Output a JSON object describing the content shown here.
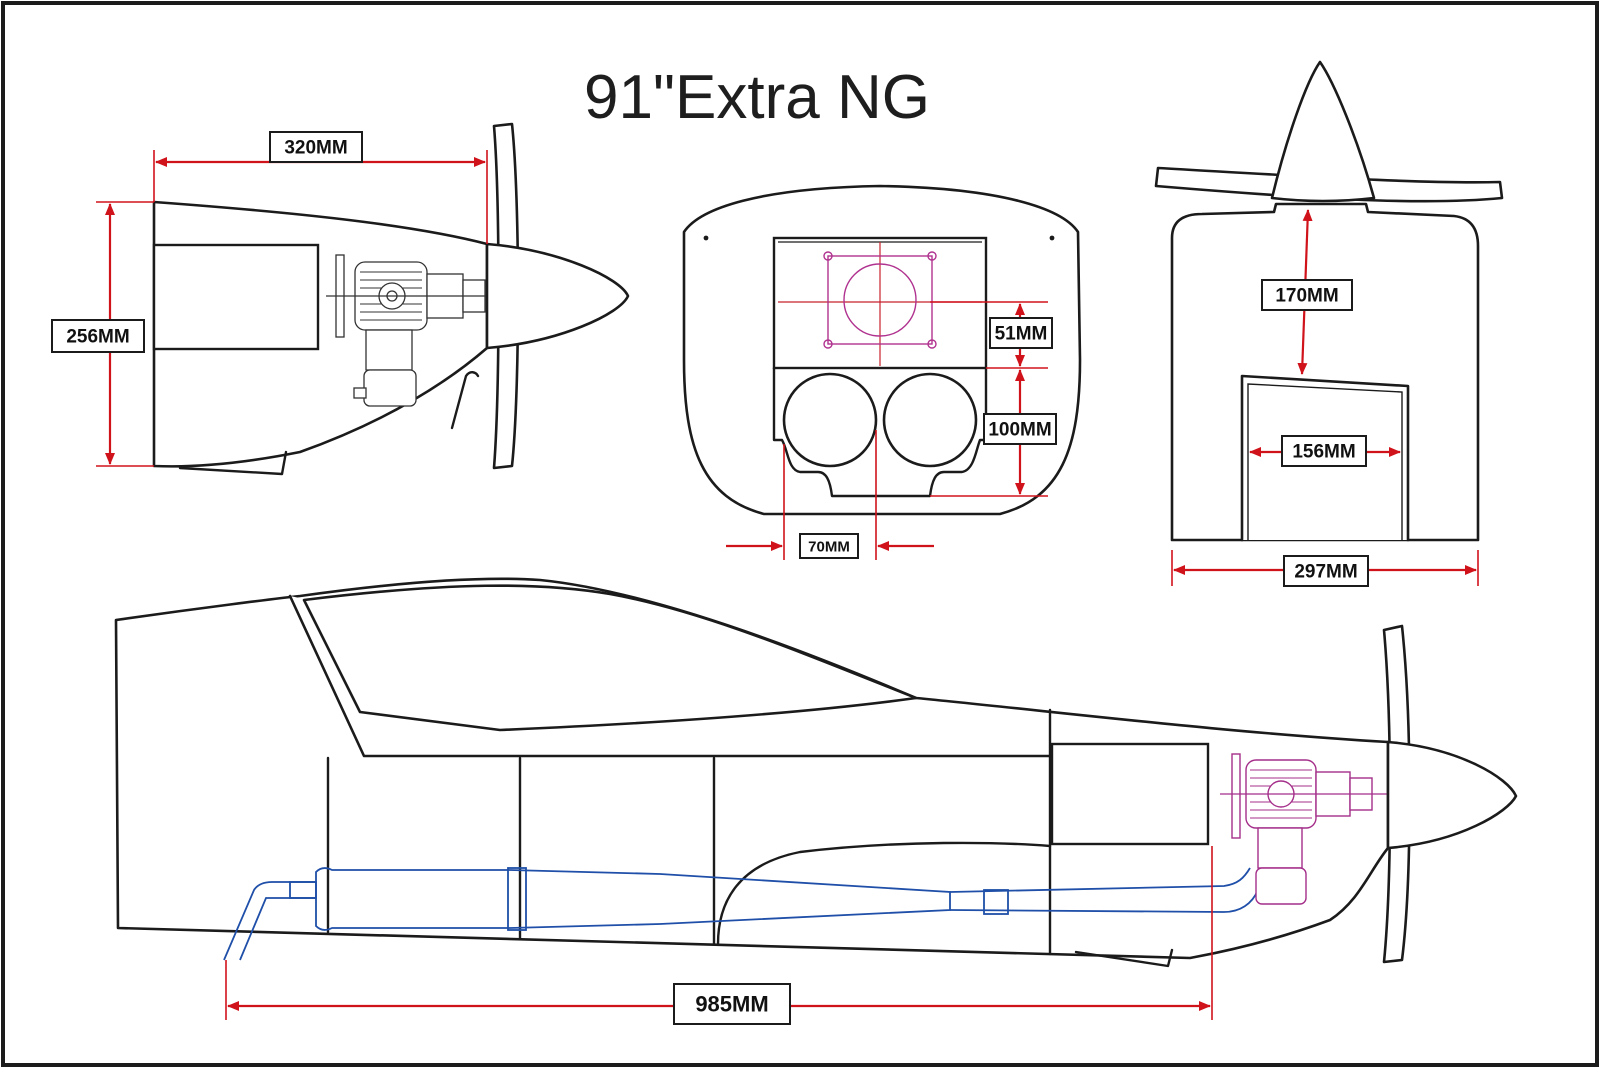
{
  "title": "91\"Extra NG",
  "colors": {
    "dimension": "#d0121b",
    "outline": "#1b1b1b",
    "exhaust": "#1f4fa8",
    "engine_highlight": "#b0328f"
  },
  "dimensions": {
    "cowl_length": "320MM",
    "cowl_height": "256MM",
    "engine_offset": "51MM",
    "muffler_height": "100MM",
    "muffler_spacing": "70MM",
    "front_height": "170MM",
    "front_opening_width": "156MM",
    "front_width": "297MM",
    "exhaust_length": "985MM"
  }
}
